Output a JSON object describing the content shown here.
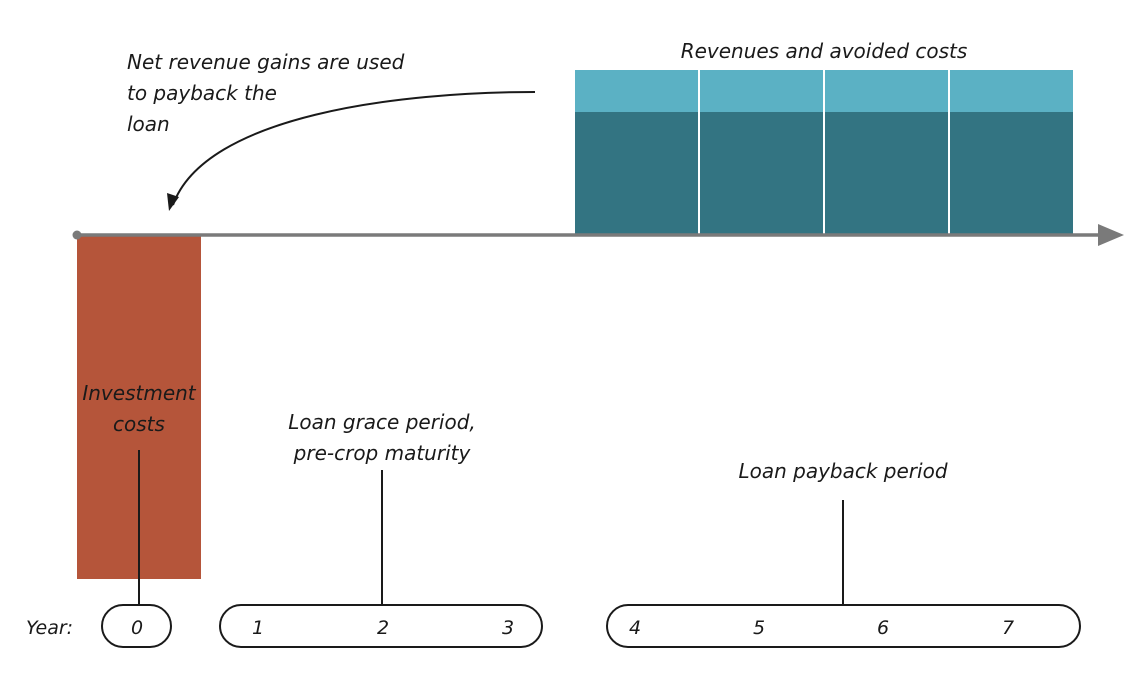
{
  "labels": {
    "arrow_note_line1": "Net revenue gains are used",
    "arrow_note_line2": "to payback the",
    "arrow_note_line3": "loan",
    "revenues_title": "Revenues and avoided costs",
    "investment_line1": "Investment",
    "investment_line2": "costs",
    "grace_line1": "Loan grace period,",
    "grace_line2": "pre-crop maturity",
    "payback_title": "Loan payback period",
    "year_label": "Year:"
  },
  "years": {
    "investment": [
      "0"
    ],
    "grace": [
      "1",
      "2",
      "3"
    ],
    "payback": [
      "4",
      "5",
      "6",
      "7"
    ]
  },
  "colors": {
    "investment": "#b5553a",
    "revenue_top": "#5bb1c4",
    "revenue_bottom": "#337482",
    "axis": "#7a7a7a",
    "outline": "#1a1a1a"
  }
}
